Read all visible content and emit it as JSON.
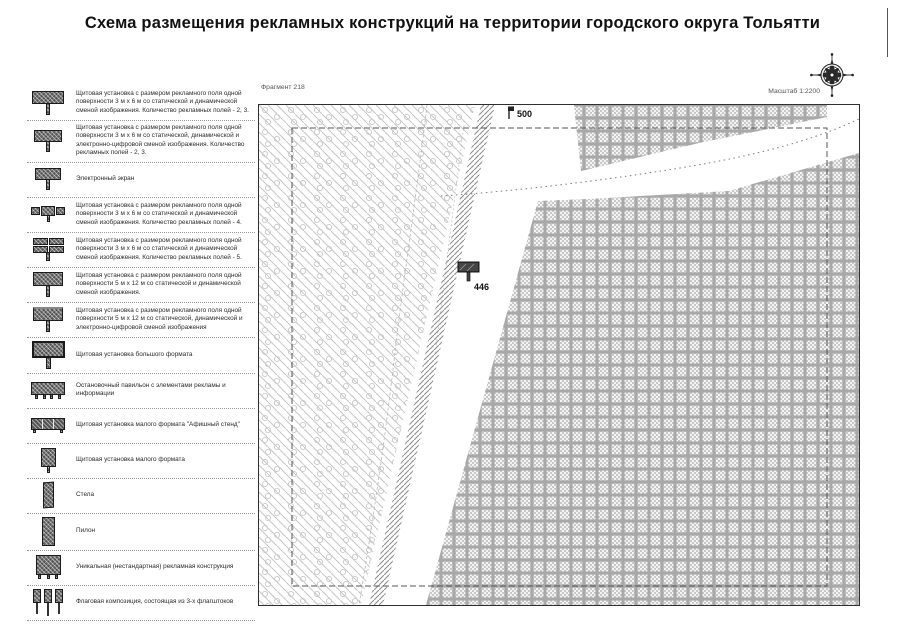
{
  "title": "Схема размещения рекламных конструкций на территории городского округа Тольятти",
  "map": {
    "fragment_label": "Фрагмент 218",
    "scale_label": "Масштаб 1:2200",
    "markers": [
      {
        "id": "500",
        "icon": "billboard-marker-icon"
      },
      {
        "id": "446",
        "icon": "billboard-marker-icon"
      }
    ]
  },
  "legend": {
    "items": [
      {
        "icon": "billboard-3x6-2-3-fields-icon",
        "text": "Щитовая установка с размером рекламного поля одной поверхности 3 м х 6 м со статической и динамической сменой изображения. Количество рекламных полей - 2, 3."
      },
      {
        "icon": "billboard-3x6-digital-2-3-fields-icon",
        "text": "Щитовая установка с размером рекламного поля одной поверхности 3 м х 6 м со статической, динамической и электронно-цифровой сменой изображения. Количество рекламных полей - 2, 3."
      },
      {
        "icon": "electronic-screen-icon",
        "text": "Электронный экран"
      },
      {
        "icon": "billboard-3x6-4-fields-icon",
        "text": "Щитовая установка с размером рекламного поля одной поверхности 3 м х 6 м со статической и динамической сменой изображения. Количество рекламных полей - 4."
      },
      {
        "icon": "billboard-3x6-5-fields-icon",
        "text": "Щитовая установка с размером рекламного поля одной поверхности 3 м х 6 м со статической и динамической сменой изображения. Количество рекламных полей - 5."
      },
      {
        "icon": "billboard-5x12-icon",
        "text": "Щитовая установка с размером рекламного поля одной поверхности 5 м х 12 м со статической и динамической сменой изображения."
      },
      {
        "icon": "billboard-5x12-digital-icon",
        "text": "Щитовая установка с размером рекламного поля одной поверхности 5 м х 12 м со статической, динамической и электронно-цифровой сменой изображения"
      },
      {
        "icon": "large-format-billboard-icon",
        "text": "Щитовая установка большого формата"
      },
      {
        "icon": "bus-shelter-icon",
        "text": "Остановочный павильон с элементами рекламы и информации"
      },
      {
        "icon": "poster-stand-icon",
        "text": "Щитовая установка малого формата \"Афишный стенд\""
      },
      {
        "icon": "small-format-billboard-icon",
        "text": "Щитовая установка малого формата"
      },
      {
        "icon": "stela-icon",
        "text": "Стела"
      },
      {
        "icon": "pylon-icon",
        "text": "Пилон"
      },
      {
        "icon": "unique-construction-icon",
        "text": "Уникальная (нестандартная) рекламная конструкция"
      },
      {
        "icon": "flag-composition-icon",
        "text": "Флаговая композиция, состоящая из 3-х флагштоков"
      }
    ]
  },
  "colors": {
    "pattern_gray": "#bdbdbd",
    "icon_dark": "#5a5a5a",
    "frame": "#2f2f2f"
  }
}
